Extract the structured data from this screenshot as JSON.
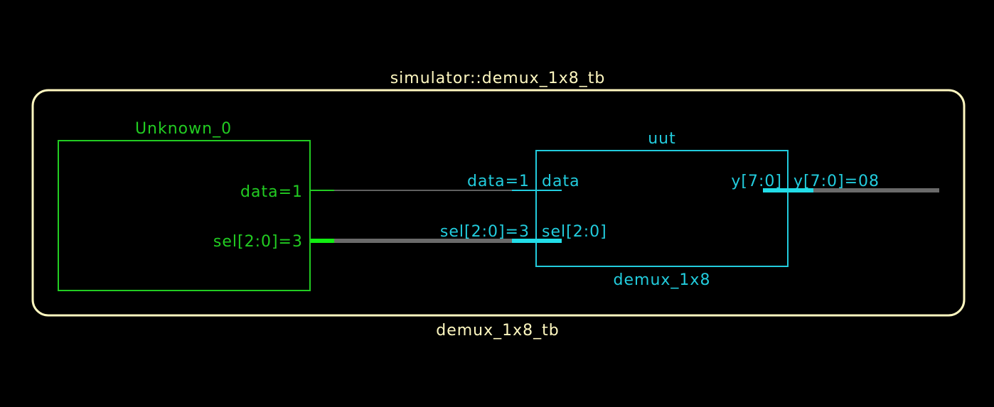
{
  "top": {
    "title": "simulator::demux_1x8_tb",
    "module_name": "demux_1x8_tb"
  },
  "source_block": {
    "instance_name": "Unknown_0",
    "ports": {
      "data": "data=1",
      "sel": "sel[2:0]=3"
    }
  },
  "uut_block": {
    "instance_name": "uut",
    "module_name": "demux_1x8",
    "inputs": {
      "data_value": "data=1",
      "data_port": "data",
      "sel_value": "sel[2:0]=3",
      "sel_port": "sel[2:0]"
    },
    "outputs": {
      "y_port": "y[7:0]",
      "y_value": "y[7:0]=08"
    }
  },
  "colors": {
    "background": "#000000",
    "frame": "#fff8c0",
    "source_block": "#22cc22",
    "uut_block": "#22ccdd",
    "wire": "#606060"
  }
}
